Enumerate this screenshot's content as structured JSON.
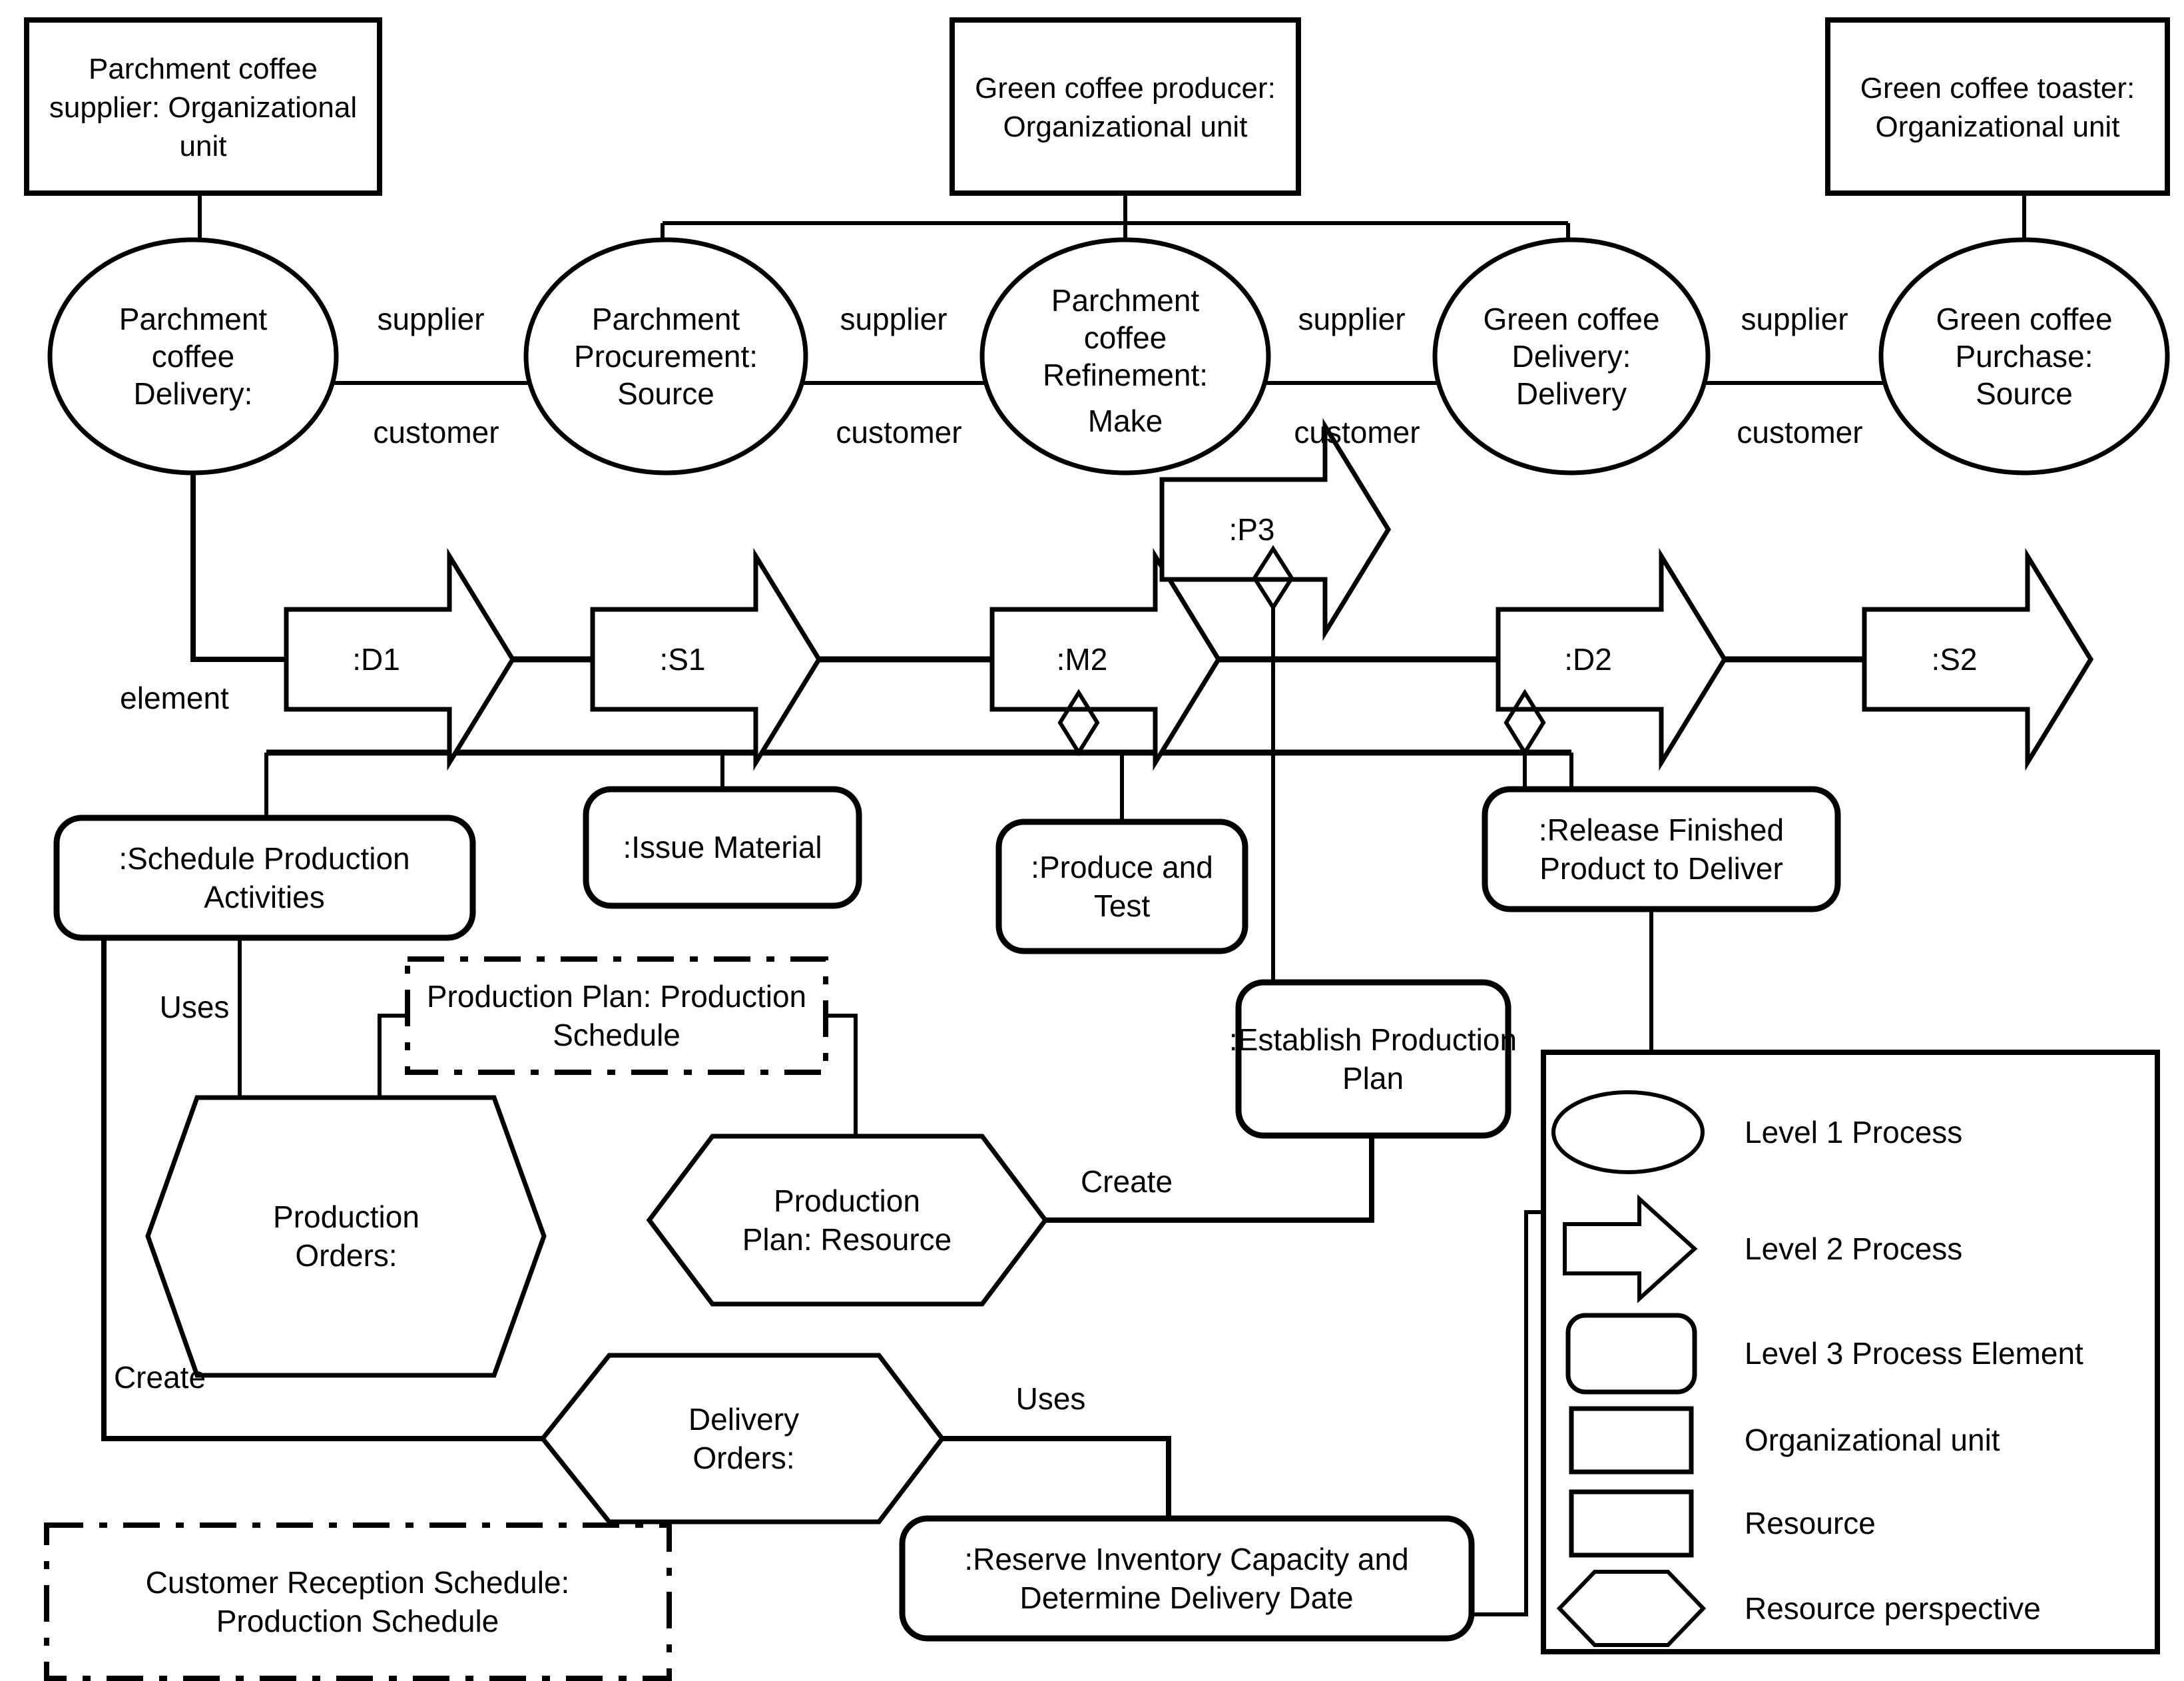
{
  "colors": {
    "ink": "#000000",
    "paper": "#ffffff"
  },
  "org_units": [
    {
      "lines": [
        "Parchment coffee",
        "supplier: Organizational",
        "unit"
      ]
    },
    {
      "lines": [
        "Green coffee producer:",
        "Organizational unit"
      ]
    },
    {
      "lines": [
        "Green coffee toaster:",
        "Organizational unit"
      ]
    }
  ],
  "level1_processes": [
    {
      "lines": [
        "Parchment",
        "coffee",
        "Delivery:"
      ]
    },
    {
      "lines": [
        "Parchment",
        "Procurement:",
        "Source"
      ]
    },
    {
      "lines": [
        "Parchment",
        "coffee",
        "Refinement:",
        "Make"
      ]
    },
    {
      "lines": [
        "Green coffee",
        "Delivery:",
        "Delivery"
      ]
    },
    {
      "lines": [
        "Green coffee",
        "Purchase:",
        "Source"
      ]
    }
  ],
  "relationship_labels": [
    {
      "top": "supplier",
      "bottom": "customer"
    },
    {
      "top": "supplier",
      "bottom": "customer"
    },
    {
      "top": "supplier",
      "bottom": "customer"
    },
    {
      "top": "supplier",
      "bottom": "customer"
    }
  ],
  "level2_processes": {
    "d1": ":D1",
    "s1": ":S1",
    "m2": ":M2",
    "p3": ":P3",
    "d2": ":D2",
    "s2": ":S2"
  },
  "level3_elements": {
    "schedule": {
      "lines": [
        ":Schedule Production",
        "Activities"
      ]
    },
    "issue": {
      "lines": [
        ":Issue Material"
      ]
    },
    "produce": {
      "lines": [
        ":Produce and",
        "Test"
      ]
    },
    "release": {
      "lines": [
        ":Release Finished",
        "Product to Deliver"
      ]
    },
    "establish": {
      "lines": [
        ":Establish Production",
        "Plan"
      ]
    },
    "reserve": {
      "lines": [
        ":Reserve Inventory Capacity and",
        "Determine Delivery Date"
      ]
    }
  },
  "resource_perspectives": {
    "production_orders": {
      "lines": [
        "Production",
        "Orders:"
      ]
    },
    "production_plan": {
      "lines": [
        "Production",
        "Plan: Resource"
      ]
    },
    "delivery_orders": {
      "lines": [
        "Delivery",
        "Orders:"
      ]
    }
  },
  "production_schedules": {
    "production_plan": {
      "lines": [
        "Production Plan: Production",
        "Schedule"
      ]
    },
    "customer_reception": {
      "lines": [
        "Customer Reception Schedule:",
        "Production Schedule"
      ]
    }
  },
  "edge_labels": {
    "element": "element",
    "uses_production_orders": "Uses",
    "create_delivery_orders": "Create",
    "create_production_plan": "Create",
    "uses_reserve": "Uses"
  },
  "legend": {
    "items": [
      {
        "shape": "ellipse",
        "label": "Level 1 Process"
      },
      {
        "shape": "block-arrow",
        "label": "Level 2 Process"
      },
      {
        "shape": "rounded-rect",
        "label": "Level 3 Process Element"
      },
      {
        "shape": "rect",
        "label": "Organizational unit"
      },
      {
        "shape": "rect",
        "label": "Resource"
      },
      {
        "shape": "hexagon",
        "label": "Resource perspective"
      }
    ]
  }
}
